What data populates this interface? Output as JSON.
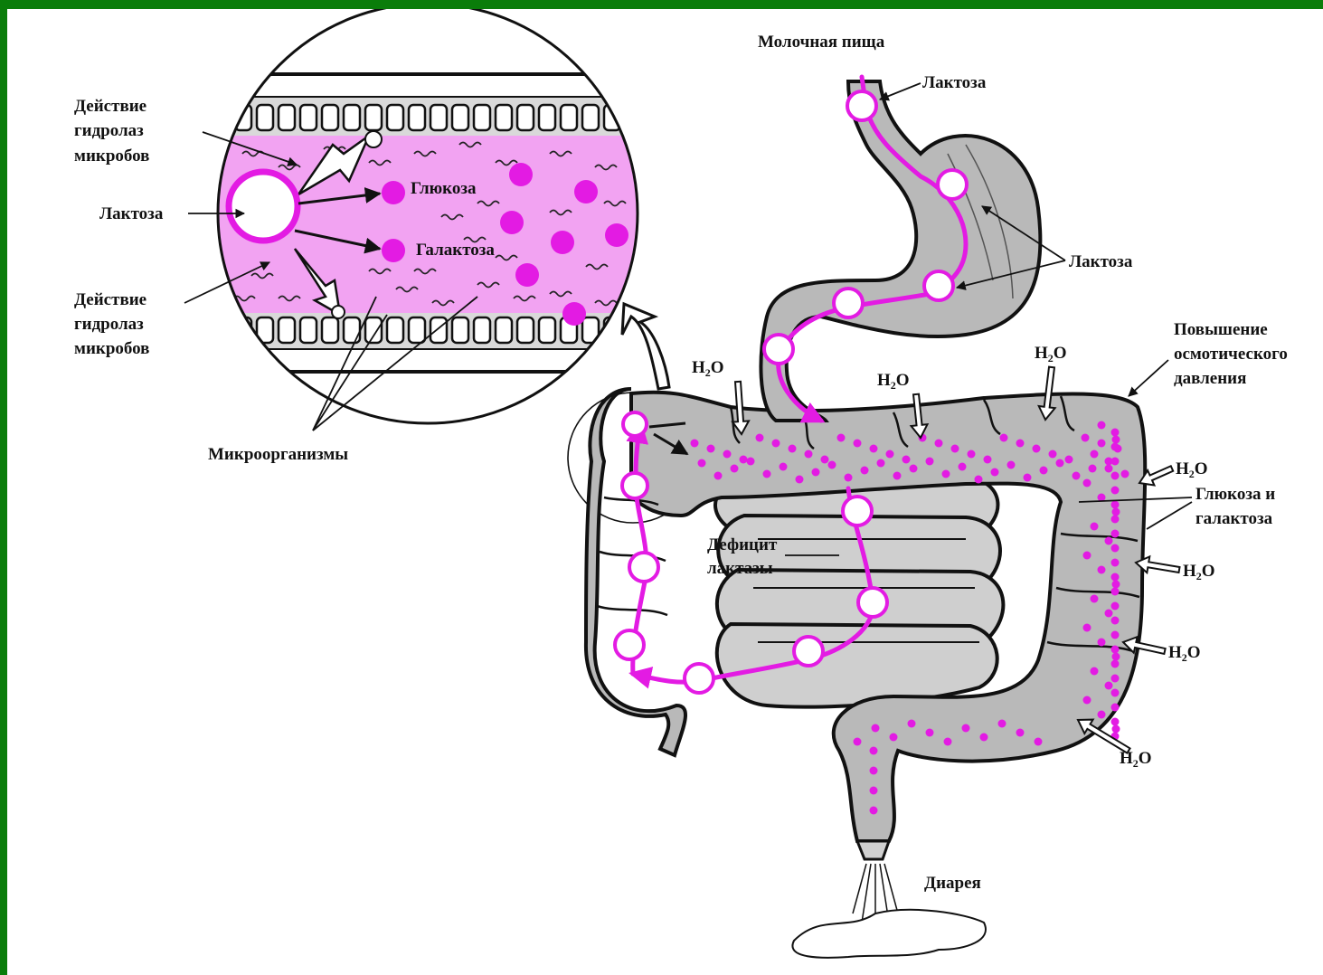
{
  "labels": {
    "milk_food": "Молочная пища",
    "lactose_entry": "Лактоза",
    "lactose_stomach": "Лактоза",
    "osmotic_pressure": [
      "Повышение",
      "осмотического",
      "давления"
    ],
    "glucose_galactose": [
      "Глюкоза и",
      "галактоза"
    ],
    "lactase_deficit": [
      "Дефицит",
      "лактазы"
    ],
    "diarrhea": "Диарея",
    "h2o_main": "H",
    "h2o_sub": "2",
    "h2o_tail": "O",
    "zoom_action_top": [
      "Действие",
      "гидролаз",
      "микробов"
    ],
    "zoom_lactose": "Лактоза",
    "zoom_glucose": "Глюкоза",
    "zoom_galactose": "Галактоза",
    "zoom_action_bottom": [
      "Действие",
      "гидролаз",
      "микробов"
    ],
    "microorganisms": "Микроорганизмы"
  },
  "colors": {
    "frame_border": "#0a7d0a",
    "lactose_magenta": "#e31be3",
    "lumen_pink": "#f2a3f2",
    "organ_gray": "#b9b9b9"
  }
}
